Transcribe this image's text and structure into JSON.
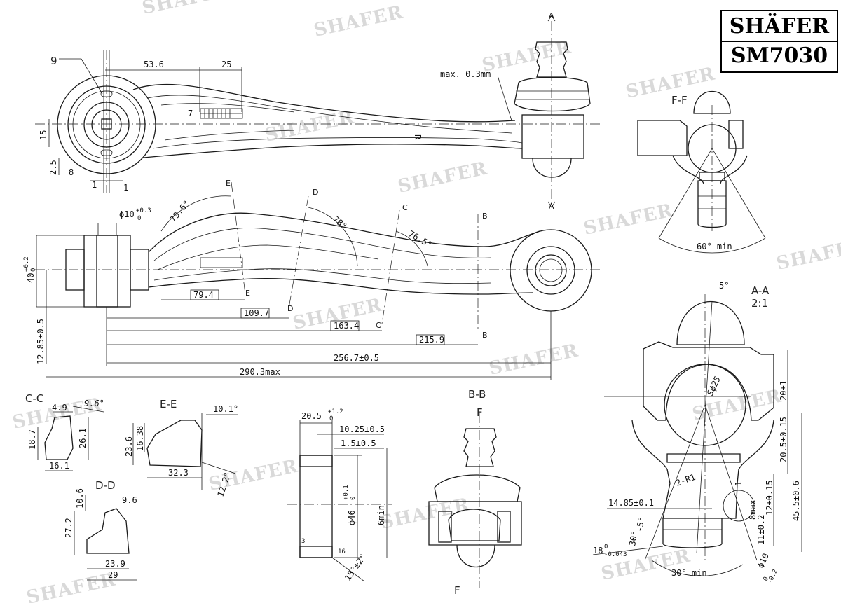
{
  "brand": {
    "name": "SHÄFER",
    "part_number": "SM7030"
  },
  "watermark": "SHAFER",
  "top_view": {
    "item_label": "9",
    "dims": [
      "53.6",
      "25",
      "7",
      "15",
      "2.5",
      "8",
      "1",
      "1"
    ],
    "note": "max. 0.3mm",
    "side_mark": "R",
    "section_mark": "A"
  },
  "front_view": {
    "bore_dim": "ϕ10",
    "bore_tol_upper": "+0.3",
    "bore_tol_lower": "0",
    "height_dim": "40",
    "height_tol_upper": "+0.2",
    "height_tol_lower": "0",
    "offset_dim": "12.85±0.5",
    "lengths": [
      "79.4",
      "109.7",
      "163.4",
      "215.9",
      "256.7±0.5",
      "290.3max"
    ],
    "angles": [
      "79.6°",
      "78°",
      "76.5°"
    ],
    "section_letters": [
      "E",
      "D",
      "C",
      "B"
    ]
  },
  "sections": {
    "cc": {
      "title": "C-C",
      "dims": [
        "4.9",
        "9.6°",
        "18.7",
        "26.1",
        "16.1"
      ]
    },
    "ee": {
      "title": "E-E",
      "dims": [
        "10.1°",
        "23.6",
        "16.38",
        "32.3",
        "12.2°"
      ]
    },
    "dd": {
      "title": "D-D",
      "dims": [
        "10.6",
        "9.6",
        "27.2",
        "23.9",
        "29"
      ]
    },
    "bushing": {
      "dims": [
        "20.5",
        "10.25±0.5",
        "1.5±0.5",
        "ϕ46",
        "6min",
        "3",
        "15°±2°"
      ],
      "tol_upper": "+1.2",
      "tol_lower": "0",
      "d46_tol_upper": "+0.1",
      "d46_tol_lower": "0",
      "small": "16"
    },
    "bb": {
      "title": "B-B",
      "mark": "F"
    },
    "ff": {
      "title": "F-F",
      "angle": "60° min"
    },
    "aa": {
      "title": "A-A",
      "scale": "2:1",
      "dims": [
        "5°",
        "Sϕ25",
        "20±1",
        "20.5±0.15",
        "45.5±0.6",
        "12±0.15",
        "11±0.2",
        "8max",
        "2-R1",
        "1",
        "14.85±0.1",
        "30°",
        "-5°",
        "30° min",
        "ϕ10"
      ],
      "d18": "18",
      "d18_tol": "-0.043",
      "d18_tol_upper": "0",
      "phi10_tol_upper": "0",
      "phi10_tol_lower": "-0.2"
    }
  }
}
